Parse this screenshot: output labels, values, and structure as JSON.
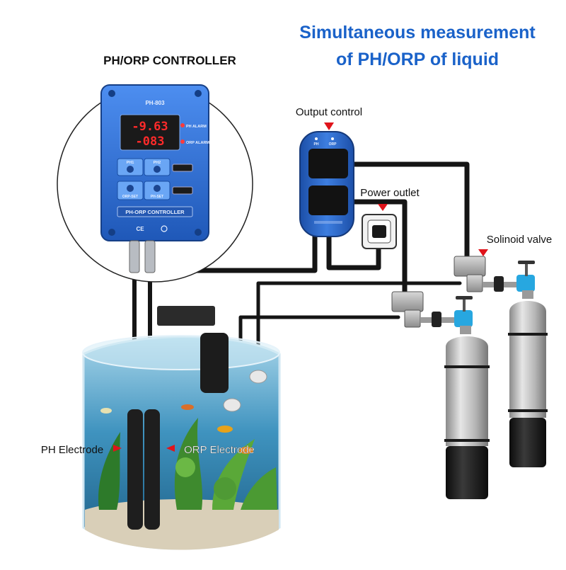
{
  "header": {
    "title_line1": "Simultaneous measurement",
    "title_line2": "of PH/ORP of liquid"
  },
  "controller": {
    "heading": "PH/ORP CONTROLLER",
    "model": "PH-803",
    "display_ph": "-9.63",
    "display_orp": "-083",
    "ph_alarm": "PH ALARM",
    "orp_alarm": "ORP ALARM",
    "btn_ph1": "PH1",
    "btn_ph2": "PH2",
    "btn_orp_set": "ORP-SET",
    "btn_ph_set": "PH-SET",
    "nameplate": "PH-ORP CONTROLLER",
    "ce_mark": "CE"
  },
  "output_control": {
    "label": "Output control",
    "tab_ph": "PH",
    "tab_orp": "ORP"
  },
  "labels": {
    "power_outlet": "Power outlet",
    "solenoid_valve": "Solinoid valve",
    "ph_electrode": "PH Electrode",
    "orp_electrode": "ORP Electrode"
  },
  "colors": {
    "title_blue": "#1a62c9",
    "controller_blue": "#2f6fd6",
    "marker_red": "#e0141b",
    "cable": "#151515",
    "water": "#3a8fb8"
  }
}
